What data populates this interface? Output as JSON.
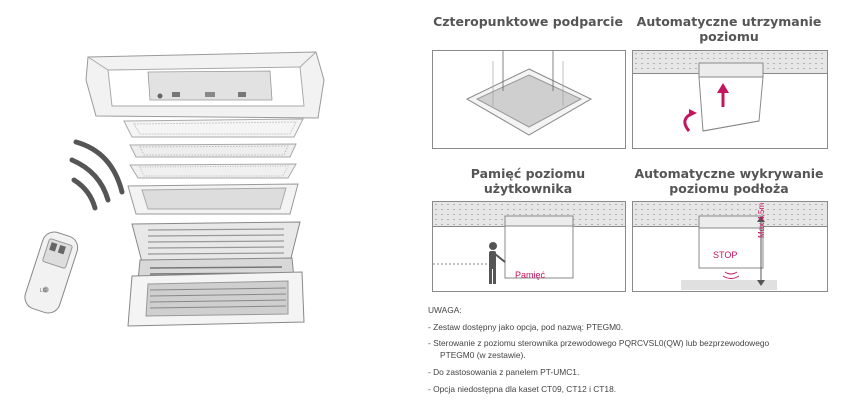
{
  "panels": {
    "p1": {
      "title": "Czteropunktowe podparcie"
    },
    "p2": {
      "title": "Automatyczne utrzymanie poziomu"
    },
    "p3": {
      "title": "Pamięć poziomu użytkownika",
      "memory_label": "Pamięć"
    },
    "p4": {
      "title": "Automatyczne wykrywanie poziomu podłoża",
      "stop_label": "STOP",
      "max_label": "Max 4,5m"
    }
  },
  "notes": {
    "heading": "UWAGA:",
    "items": [
      "- Zestaw dostępny jako opcja, pod nazwą: PTEGM0.",
      "- Sterowanie z poziomu sterownika przewodowego PQRCVSL0(QW) lub bezprzewodowego",
      "PTEGM0 (w zestawie).",
      "- Do zastosowania z panelem PT-UMC1.",
      "- Opcja niedostępna dla kaset CT09, CT12 i CT18."
    ]
  },
  "remote": {
    "logo": "LG"
  },
  "colors": {
    "accent": "#c4155f",
    "frame": "#8a8a8a",
    "ceiling": "#e6e6e6"
  }
}
